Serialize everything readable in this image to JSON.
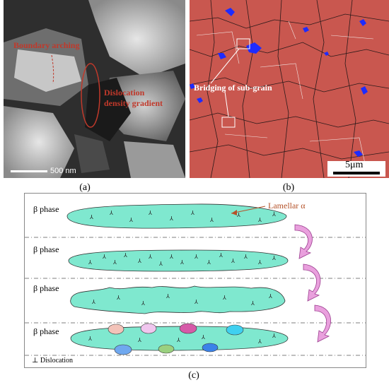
{
  "figure": {
    "panel_a": {
      "label": "(a)",
      "annotations": {
        "boundary": "Boundary arching",
        "dislocation_line1": "Dislocation",
        "dislocation_line2": "density gradient",
        "scale": "500 nm"
      }
    },
    "panel_b": {
      "label": "(b)",
      "annotations": {
        "bridging": "Bridging of sub-grain",
        "scale": "5μm"
      }
    },
    "panel_c": {
      "label": "(c)",
      "rows": [
        {
          "phase": "β phase",
          "lamella_label": "Lamellar α"
        },
        {
          "phase": "β phase"
        },
        {
          "phase": "β phase"
        },
        {
          "phase": "β phase"
        }
      ],
      "legend": "⊥ Dislocation"
    },
    "colors": {
      "lamella_fill": "#7fe8cf",
      "arrow_fill": "#e9a0dd",
      "ebsd_bg": "#c9574f",
      "ebsd_blue": "#1e2bff",
      "annotation_red": "#c0392b",
      "label_arrow": "#b5532a"
    }
  }
}
